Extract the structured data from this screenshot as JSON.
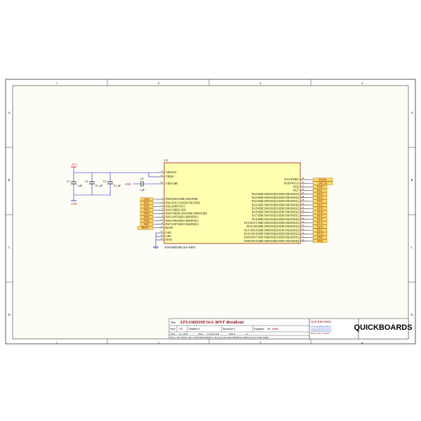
{
  "sheet": {
    "columns": [
      "1",
      "2",
      "3",
      "4"
    ],
    "rows": [
      "A",
      "B",
      "C",
      "D"
    ]
  },
  "chip": {
    "ref": "U1",
    "part": "ATSAMD20E16A-MNT",
    "left_pins_top": [
      {
        "name": "VDDANA",
        "num": "9"
      },
      {
        "name": "VDDIO",
        "num": "21"
      },
      {
        "name": "VDDCORE",
        "num": "20"
      }
    ],
    "left_pins_mid": [
      {
        "name": "PA00/XIN32/SERCOM1/PAD0",
        "num": "1"
      },
      {
        "name": "PA01/XOUT32/SERCOM1/PAD1",
        "num": "2"
      },
      {
        "name": "PA02/AIN0/VOUT",
        "num": "3"
      },
      {
        "name": "PA03/VREFA/AIN1",
        "num": "4"
      },
      {
        "name": "PA04/VREFB/AIN4/SERCOM0/PAD[0]",
        "num": "5"
      },
      {
        "name": "PA05/AIN5/SERCOM0/PAD[1]",
        "num": "6"
      },
      {
        "name": "PA06/AIN6/SERCOM0/PAD[2]",
        "num": "7"
      },
      {
        "name": "PA07/AIN7/SERCOM0/PAD[3]",
        "num": "8"
      },
      {
        "name": "RESET",
        "num": "17"
      }
    ],
    "left_pins_bottom": [
      {
        "name": "GND",
        "num": "10"
      },
      {
        "name": "GND",
        "num": "22"
      },
      {
        "name": "EPAD",
        "num": "33"
      }
    ],
    "right_pins": [
      {
        "name": "PA31/SWDIO",
        "num": "32"
      },
      {
        "name": "PA30/SWCLK",
        "num": "31"
      },
      {
        "name": "PA28",
        "num": "27"
      },
      {
        "name": "PA27",
        "num": "26"
      },
      {
        "name": "PA25/SERCOM3/PAD[3]/SERCOM5/PAD[3]",
        "num": "25"
      },
      {
        "name": "PA24/SERCOM3/PAD[2]/SERCOM5/PAD[2]",
        "num": "24"
      },
      {
        "name": "PA23/SERCOM3/PAD[1]/SERCOM5/PAD[1]",
        "num": "23"
      },
      {
        "name": "PA22/SERCOM3/PAD[0]/SERCOM5/PAD[0]",
        "num": "22"
      },
      {
        "name": "PA19/SERCOM1/PAD[3]/SERCOM3/PAD[3]",
        "num": "19"
      },
      {
        "name": "PA18/SERCOM1/PAD[2]/SERCOM3/PAD[2]",
        "num": "18"
      },
      {
        "name": "PA17/SERCOM1/PAD[1]/SERCOM3/PAD[1]",
        "num": "17"
      },
      {
        "name": "PA16/SERCOM1/PAD[0]/SERCOM3/PAD[0]",
        "num": "16"
      },
      {
        "name": "PA15/XOUT/SERCOM2/PAD[3]/SERCOM4/PAD[3]",
        "num": "15"
      },
      {
        "name": "PA14/XIN/SERCOM2/PAD[2]/SERCOM4/PAD[2]",
        "num": "14"
      },
      {
        "name": "PA11/AIN19/SERCOM0/PAD[3]/SERCOM2/PAD[3]",
        "num": "13"
      },
      {
        "name": "PA10/AIN18/SERCOM0/PAD[2]/SERCOM2/PAD[2]",
        "num": "12"
      },
      {
        "name": "PA09/AIN17/SERCOM0/PAD[1]/SERCOM2/PAD[1]",
        "num": "11"
      },
      {
        "name": "PA08/AIN16/SERCOM0/PAD[0]/SERCOM2/PAD[0]",
        "num": "10"
      }
    ]
  },
  "left_ports": [
    "PA00",
    "PA01",
    "PA02",
    "PA03",
    "PA04",
    "PA05",
    "PA06",
    "PA07",
    "RESET"
  ],
  "right_ports": [
    "SWDIO",
    "SWCLK",
    "PA28",
    "PA27",
    "PA25",
    "PA24",
    "PA23",
    "PA22",
    "PA19",
    "PA18",
    "PA17",
    "PA16",
    "PA15",
    "PA14",
    "PA11",
    "PA10",
    "PA09",
    "PA08"
  ],
  "power": {
    "label": "3V3",
    "gnd_label": "GND"
  },
  "capacitors": [
    {
      "ref": "C1",
      "value": "1 µF"
    },
    {
      "ref": "C2",
      "value": "0.1 µF"
    },
    {
      "ref": "C3",
      "value": "0.1 µF"
    },
    {
      "ref": "C4",
      "value": "1 µF"
    }
  ],
  "titleblock": {
    "title_label": "Title",
    "title": "ATSAMD20E16A-MNT Breakout",
    "size_label": "Size",
    "size": "A4",
    "number_label": "Number:1",
    "revision_label": "Revision:1",
    "engineer_label": "Engineer:",
    "engineer": "M. Salih",
    "date_label": "Date",
    "date": "4-1-2022",
    "time_label": "Time",
    "time": "11:44:47 PM",
    "sheet_label": "Sheet1",
    "of_label": "of",
    "file_line": "File   4...93...Print43...SD   C:\\QUICKBOARDS\\R1\\...Processors\\R1\\ATSAMD20E16A-MNT Processor Table.SchDoc",
    "company": "QUICKBOARDS",
    "company_lines": [
      "www.quickboards.ca",
      "info@quickboards.ca",
      "Brant, ON, Canada"
    ],
    "logo_text": "QUICKBOARDS"
  }
}
